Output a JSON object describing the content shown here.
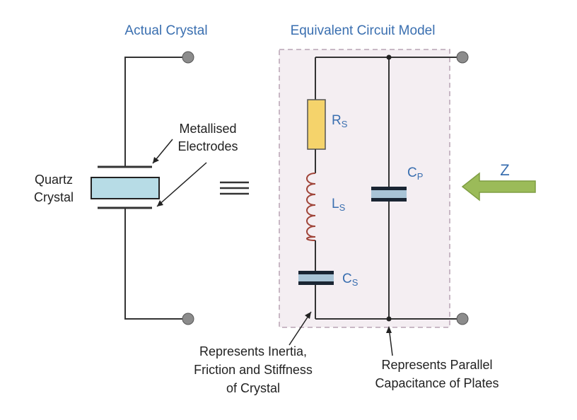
{
  "titles": {
    "actual": "Actual Crystal",
    "equivalent": "Equivalent Circuit Model"
  },
  "labels": {
    "metallised_line1": "Metallised",
    "metallised_line2": "Electrodes",
    "quartz_line1": "Quartz",
    "quartz_line2": "Crystal",
    "series_line1": "Represents Inertia,",
    "series_line2": "Friction and Stiffness",
    "series_line3": "of Crystal",
    "parallel_line1": "Represents Parallel",
    "parallel_line2": "Capacitance of Plates"
  },
  "components": {
    "rs": {
      "main": "R",
      "sub": "S"
    },
    "ls": {
      "main": "L",
      "sub": "S"
    },
    "cs": {
      "main": "C",
      "sub": "S"
    },
    "cp": {
      "main": "C",
      "sub": "P"
    }
  },
  "impedance_label": "Z",
  "colors": {
    "title_text": "#3a6fb0",
    "wire": "#333333",
    "crystal_fill": "#b7dce6",
    "resistor_fill": "#f5d36b",
    "inductor": "#a0453a",
    "capacitor_plate": "#1a2533",
    "capacitor_highlight": "#a9c4d6",
    "box_fill": "#f4eef2",
    "box_border": "#b8a4b4",
    "arrow_fill": "#9bbb59",
    "arrow_stroke": "#7f9e43",
    "terminal_fill": "#8c8c8c"
  }
}
